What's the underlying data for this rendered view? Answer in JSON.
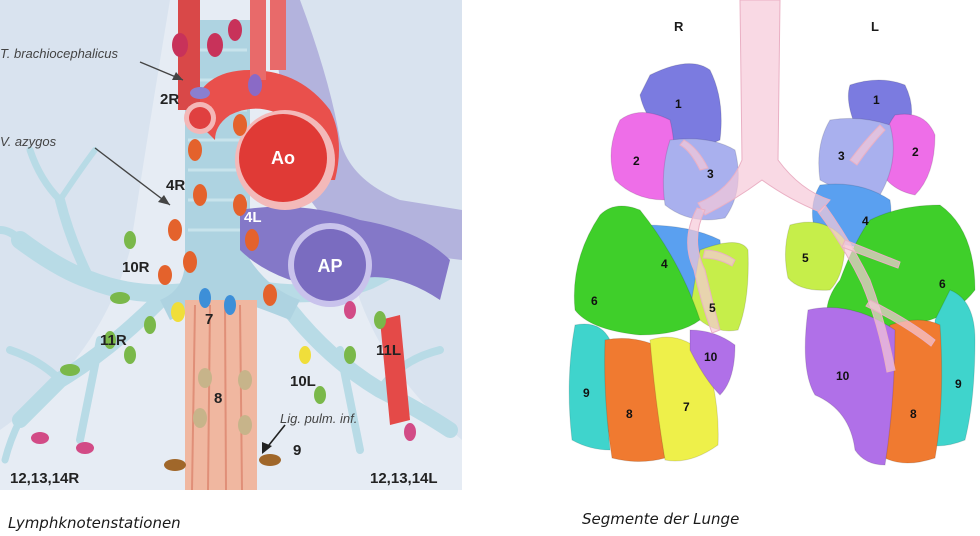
{
  "lymph": {
    "caption": "Lymphknotenstationen",
    "labels": {
      "brachio": "T. brachiocephalicus",
      "azygos": "V. azygos",
      "lig": "Lig. pulm. inf.",
      "ao": "Ao",
      "ap": "AP",
      "n2r": "2R",
      "n4r": "4R",
      "n4l": "4L",
      "n10r": "10R",
      "n11r": "11R",
      "n7": "7",
      "n8": "8",
      "n10l": "10L",
      "n11l": "11L",
      "n9": "9",
      "n12r": "12,13,14R",
      "n12l": "12,13,14L"
    }
  },
  "lung": {
    "caption": "Segmente der Lunge",
    "side_r": "R",
    "side_l": "L",
    "segments": {
      "r1": "1",
      "r2": "2",
      "r3": "3",
      "r4": "4",
      "r5": "5",
      "r6": "6",
      "r7": "7",
      "r8": "8",
      "r9": "9",
      "r10": "10",
      "l1": "1",
      "l2": "2",
      "l3": "3",
      "l4": "4",
      "l5": "5",
      "l6": "6",
      "l8": "8",
      "l9": "9",
      "l10": "10"
    },
    "colors": {
      "s1": "#7b7be0",
      "s2": "#ee6ee8",
      "s3": "#a9b0ee",
      "s4": "#5aa0f0",
      "s5": "#c6ee4a",
      "s6": "#3fcf2a",
      "s7": "#eef04a",
      "s8": "#f07a30",
      "s9": "#3fd4cc",
      "s10": "#b070e8"
    }
  }
}
